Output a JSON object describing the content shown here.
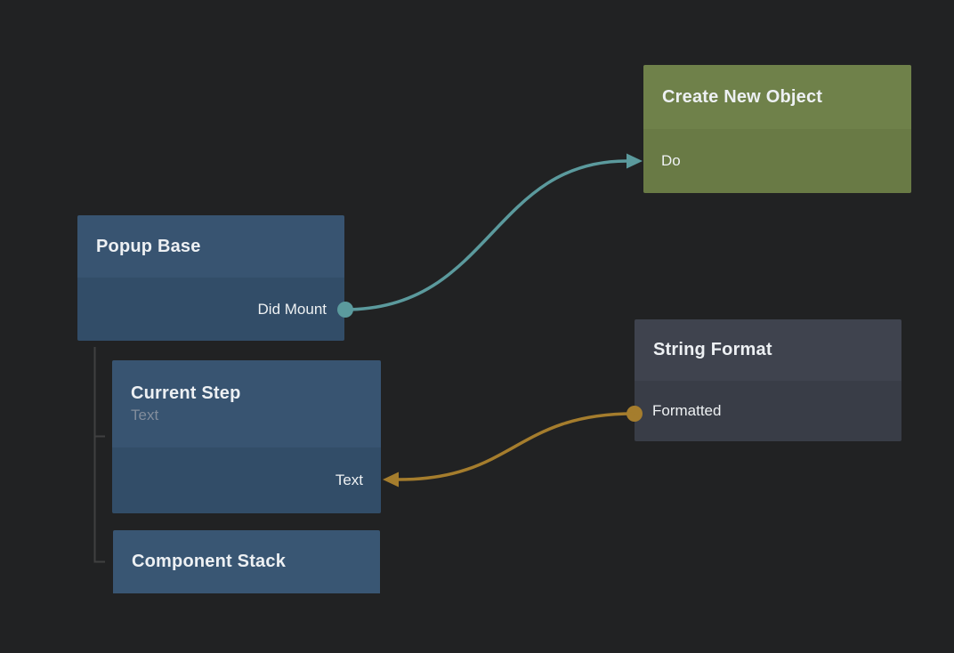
{
  "canvas": {
    "background": "#212223"
  },
  "nodes": {
    "create_new_object": {
      "title": "Create New Object",
      "header_color": "#6f814a",
      "body_color": "#697a45",
      "ports": {
        "do": {
          "label": "Do",
          "side": "left",
          "marker": "arrow-input"
        }
      }
    },
    "popup_base": {
      "title": "Popup Base",
      "header_color": "#385471",
      "body_color": "#324d68",
      "ports": {
        "did_mount": {
          "label": "Did Mount",
          "side": "right",
          "marker": "circle-output"
        }
      }
    },
    "string_format": {
      "title": "String Format",
      "header_color": "#3f434e",
      "body_color": "#393d47",
      "ports": {
        "formatted": {
          "label": "Formatted",
          "side": "left",
          "marker": "circle-output"
        }
      }
    },
    "current_step": {
      "title": "Current Step",
      "subtitle": "Text",
      "header_color": "#385471",
      "body_color": "#324d68",
      "ports": {
        "text": {
          "label": "Text",
          "side": "right",
          "marker": "arrow-input"
        }
      }
    },
    "component_stack": {
      "title": "Component Stack",
      "header_color": "#395673"
    }
  },
  "connections": [
    {
      "from": "popup_base.did_mount",
      "to": "create_new_object.do",
      "color": "#5b9a9d"
    },
    {
      "from": "string_format.formatted",
      "to": "current_step.text",
      "color": "#a57d2d"
    }
  ],
  "hierarchy": {
    "parent": "popup_base",
    "children": [
      "current_step",
      "component_stack"
    ],
    "line_color": "#404040"
  }
}
